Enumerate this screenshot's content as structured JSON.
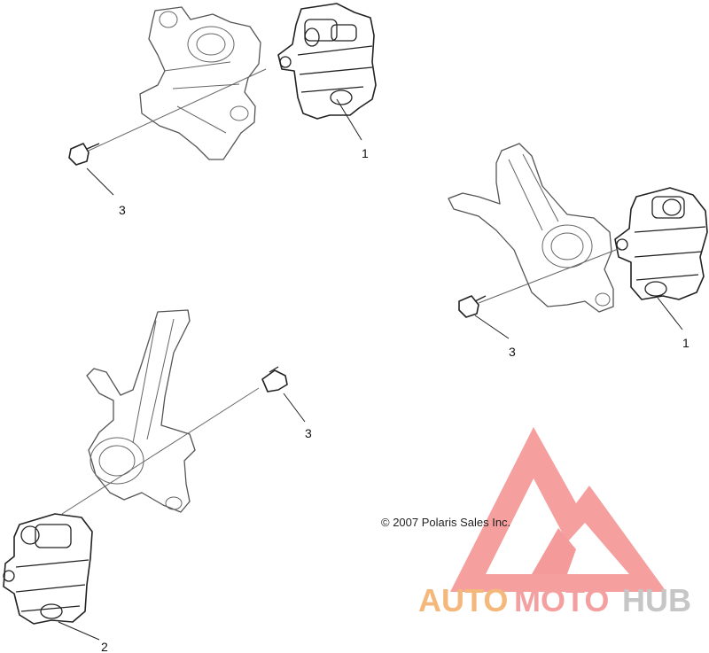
{
  "callouts": {
    "top_caliper": "1",
    "top_bolt": "3",
    "right_caliper": "1",
    "right_bolt": "3",
    "left_bolt": "3",
    "bottom_caliper": "2"
  },
  "copyright": "© 2007 Polaris Sales Inc.",
  "watermark": {
    "part1": "AUTO",
    "part2": "MOTO",
    "part3": "HUB",
    "colors": {
      "auto": "#f5b87c",
      "moto": "#f4a0a0",
      "hub": "#c6c6c6",
      "logo": "#f49a9a"
    }
  }
}
